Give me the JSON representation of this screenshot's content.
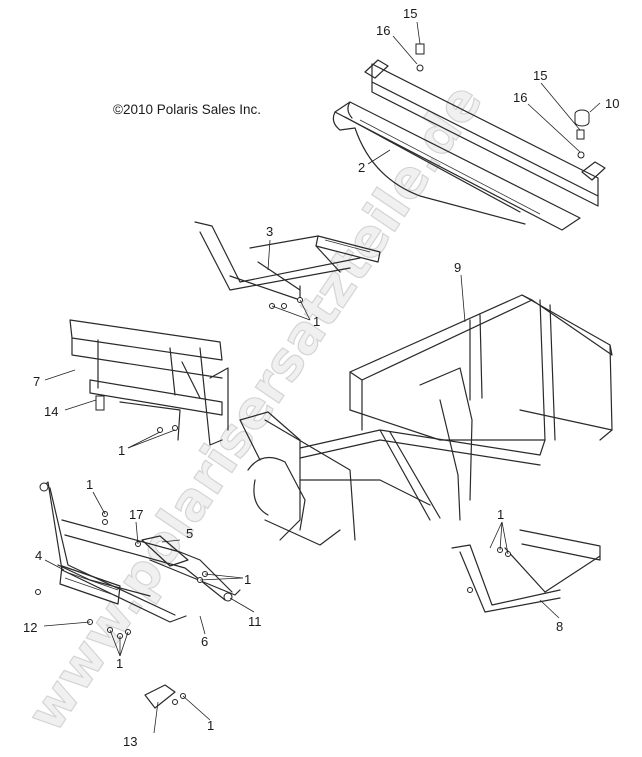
{
  "copyright": "©2010 Polaris Sales Inc.",
  "watermark": "www.polarisersatzteile.de",
  "callouts": [
    {
      "id": "c15a",
      "text": "15"
    },
    {
      "id": "c16a",
      "text": "16"
    },
    {
      "id": "c15b",
      "text": "15"
    },
    {
      "id": "c10",
      "text": "10"
    },
    {
      "id": "c16b",
      "text": "16"
    },
    {
      "id": "c2",
      "text": "2"
    },
    {
      "id": "c3",
      "text": "3"
    },
    {
      "id": "c1a",
      "text": "1"
    },
    {
      "id": "c9",
      "text": "9"
    },
    {
      "id": "c7",
      "text": "7"
    },
    {
      "id": "c14",
      "text": "14"
    },
    {
      "id": "c1b",
      "text": "1"
    },
    {
      "id": "c1c",
      "text": "1"
    },
    {
      "id": "c17",
      "text": "17"
    },
    {
      "id": "c5",
      "text": "5"
    },
    {
      "id": "c4",
      "text": "4"
    },
    {
      "id": "c1d",
      "text": "1"
    },
    {
      "id": "c12",
      "text": "12"
    },
    {
      "id": "c11",
      "text": "11"
    },
    {
      "id": "c6",
      "text": "6"
    },
    {
      "id": "c1e",
      "text": "1"
    },
    {
      "id": "c1f",
      "text": "1"
    },
    {
      "id": "c8",
      "text": "8"
    },
    {
      "id": "c13",
      "text": "13"
    },
    {
      "id": "c1g",
      "text": "1"
    }
  ]
}
